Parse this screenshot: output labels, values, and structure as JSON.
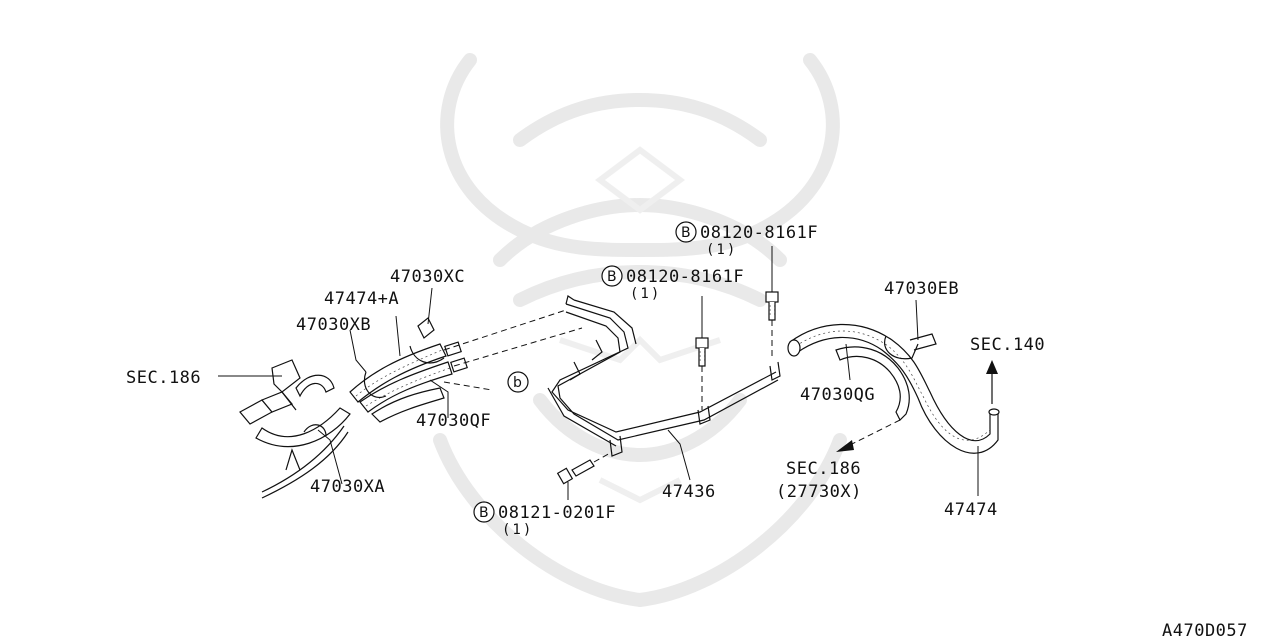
{
  "diagram": {
    "code": "A470D057",
    "callouts": {
      "sec186_left": "SEC.186",
      "p47030XA": "47030XA",
      "p47030XB": "47030XB",
      "p47474A": "47474+A",
      "p47030XC": "47030XC",
      "p47030QF": "47030QF",
      "ref_b": "b",
      "bolt_badge": "B",
      "bolt1_num": "08120-8161F",
      "bolt1_qty": "(1)",
      "bolt2_num": "08120-8161F",
      "bolt2_qty": "(1)",
      "bolt3_num": "08121-0201F",
      "bolt3_qty": "(1)",
      "p47436": "47436",
      "p47030EB": "47030EB",
      "p47030QG": "47030QG",
      "sec140": "SEC.140",
      "sec186_right": "SEC.186",
      "sec186_right_sub": "(27730X)",
      "p47474": "47474"
    }
  }
}
